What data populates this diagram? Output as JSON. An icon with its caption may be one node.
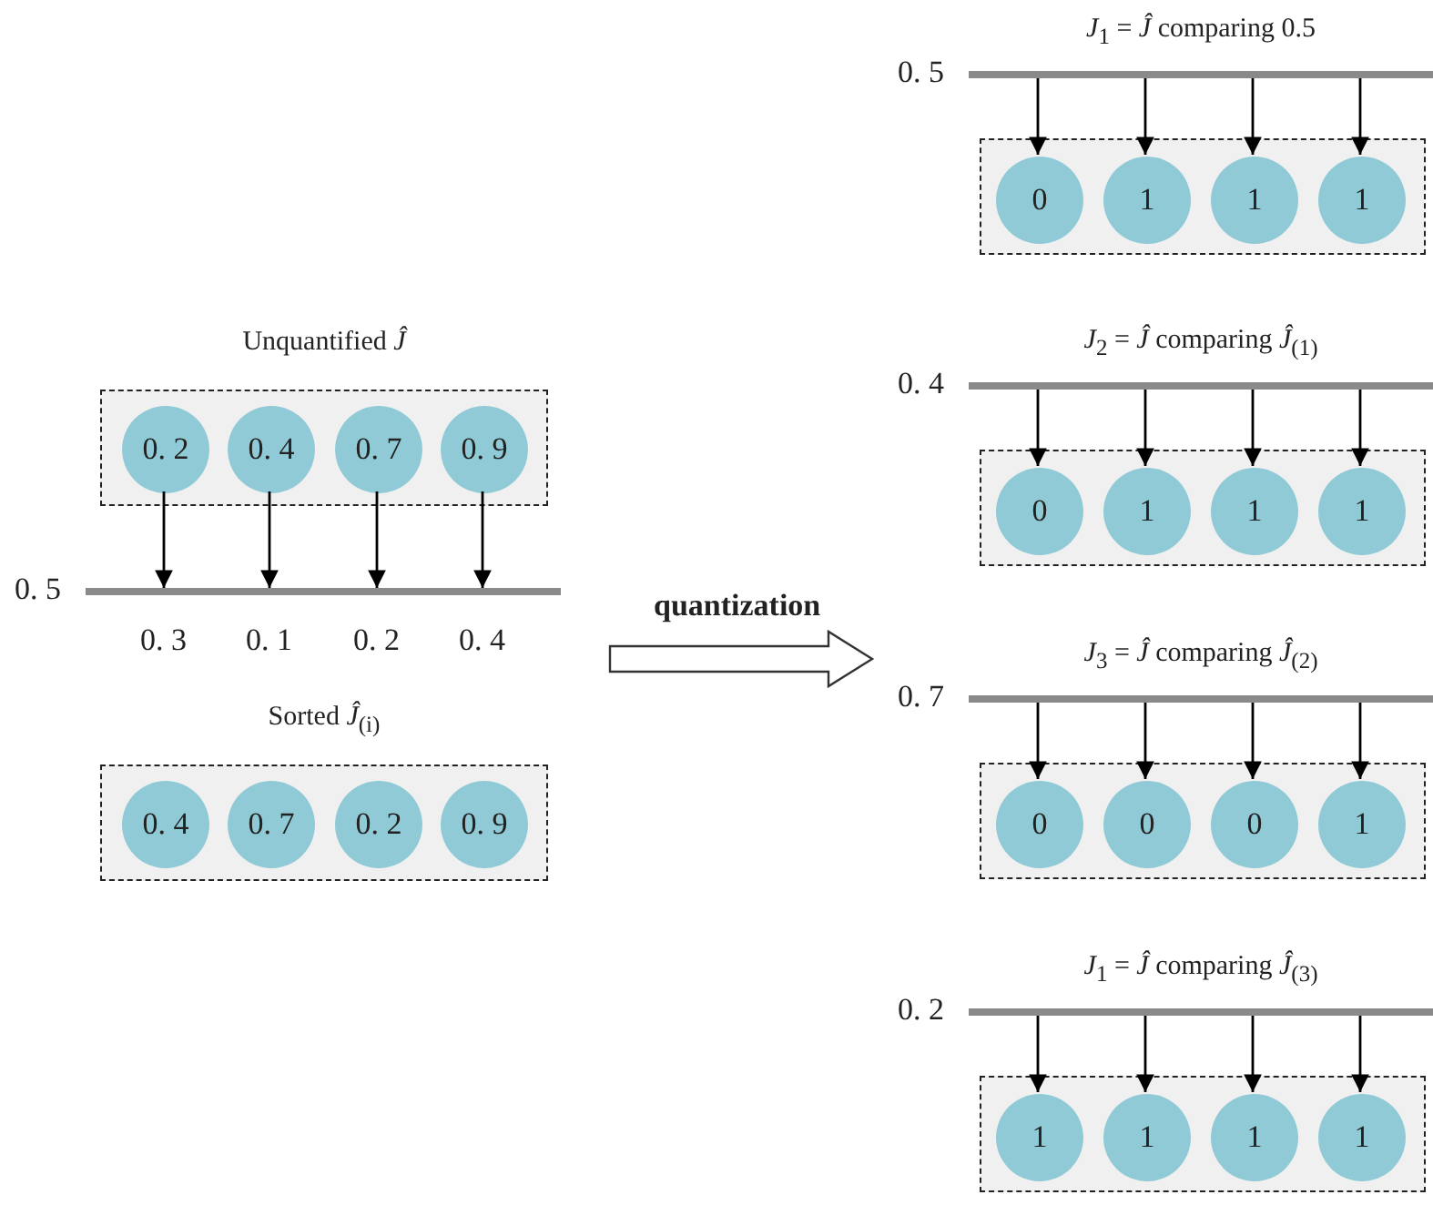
{
  "diagram": {
    "nodes": [
      {
        "text": [
          "Unquantified *Ĵ*"
        ]
      },
      {
        "text": [
          "0. 2"
        ],
        "in": 0
      },
      {
        "text": [
          "0. 4"
        ],
        "in": 0
      },
      {
        "text": [
          "0. 7"
        ],
        "in": 0
      },
      {
        "text": [
          "0. 9"
        ],
        "in": 0
      },
      {
        "text": [
          "0. 5"
        ]
      },
      {
        "text": [
          "Sorted *Ĵ*$_{(i)}$"
        ]
      },
      {
        "text": [
          "0. 4"
        ],
        "in": 6
      },
      {
        "text": [
          "0. 7"
        ],
        "in": 6
      },
      {
        "text": [
          "0. 2"
        ],
        "in": 6
      },
      {
        "text": [
          "0. 9"
        ],
        "in": 6
      },
      {
        "text": [
          "0. 5"
        ],
        "beside": [
          "*J*$_{1}$ = *Ĵ* comparing 0.5"
        ]
      },
      {
        "text": [],
        "shape": "box"
      },
      {
        "text": [
          "0"
        ],
        "in": 12
      },
      {
        "text": [
          "1"
        ],
        "in": 12
      },
      {
        "text": [
          "1"
        ],
        "in": 12
      },
      {
        "text": [
          "1"
        ],
        "in": 12
      },
      {
        "text": [
          "0. 4"
        ],
        "beside": [
          "*J*$_{2}$ = *Ĵ* comparing *Ĵ*$_{(1)}$"
        ]
      },
      {
        "text": [],
        "shape": "box"
      },
      {
        "text": [
          "0"
        ],
        "in": 18
      },
      {
        "text": [
          "1"
        ],
        "in": 18
      },
      {
        "text": [
          "1"
        ],
        "in": 18
      },
      {
        "text": [
          "1"
        ],
        "in": 18
      },
      {
        "text": [
          "0. 7"
        ],
        "beside": [
          "*J*$_{3}$ = *Ĵ* comparing *Ĵ*$_{(2)}$"
        ]
      },
      {
        "text": [],
        "shape": "box"
      },
      {
        "text": [
          "0"
        ],
        "in": 24
      },
      {
        "text": [
          "0"
        ],
        "in": 24
      },
      {
        "text": [
          "0"
        ],
        "in": 24
      },
      {
        "text": [
          "1"
        ],
        "in": 24
      },
      {
        "text": [
          "0. 2"
        ],
        "beside": [
          "*J*$_{1}$ = *Ĵ* comparing *Ĵ*$_{(3)}$"
        ]
      },
      {
        "text": [],
        "shape": "box"
      },
      {
        "text": [
          "1"
        ],
        "in": 30
      },
      {
        "text": [
          "1"
        ],
        "in": 30
      },
      {
        "text": [
          "1"
        ],
        "in": 30
      },
      {
        "text": [
          "1"
        ],
        "in": 30
      }
    ],
    "edges": [
      {
        "from": 1,
        "to": 5,
        "arrow": "to"
      },
      {
        "from": 2,
        "to": 5,
        "arrow": "to"
      },
      {
        "from": 3,
        "to": 5,
        "arrow": "to"
      },
      {
        "from": 4,
        "to": 5,
        "arrow": "to"
      },
      {
        "from": 11,
        "to": 13,
        "arrow": "to"
      },
      {
        "from": 11,
        "to": 14,
        "arrow": "to"
      },
      {
        "from": 11,
        "to": 15,
        "arrow": "to"
      },
      {
        "from": 11,
        "to": 16,
        "arrow": "to"
      },
      {
        "from": 17,
        "to": 19,
        "arrow": "to"
      },
      {
        "from": 17,
        "to": 20,
        "arrow": "to"
      },
      {
        "from": 17,
        "to": 21,
        "arrow": "to"
      },
      {
        "from": 17,
        "to": 22,
        "arrow": "to"
      },
      {
        "from": 23,
        "to": 25,
        "arrow": "to"
      },
      {
        "from": 23,
        "to": 26,
        "arrow": "to"
      },
      {
        "from": 23,
        "to": 27,
        "arrow": "to"
      },
      {
        "from": 23,
        "to": 28,
        "arrow": "to"
      },
      {
        "from": 29,
        "to": 31,
        "arrow": "to"
      },
      {
        "from": 29,
        "to": 32,
        "arrow": "to"
      },
      {
        "from": 29,
        "to": 33,
        "arrow": "to"
      },
      {
        "from": 29,
        "to": 34,
        "arrow": "to"
      }
    ],
    "labels": [
      "quantization",
      "0. 3",
      "0. 1",
      "0. 2",
      "0. 4"
    ]
  }
}
